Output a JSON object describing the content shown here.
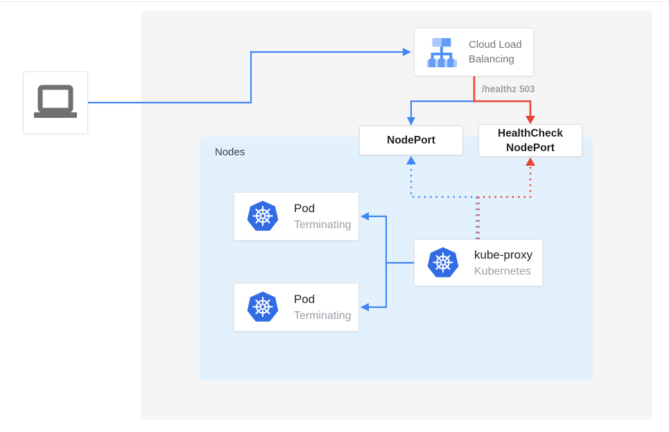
{
  "client": {
    "icon": "laptop-icon"
  },
  "cloud_load_balancing": {
    "label": "Cloud Load Balancing",
    "icon": "cloud-load-balancing-icon"
  },
  "healthz_label": "/healthz 503",
  "nodes": {
    "label": "Nodes",
    "nodeport": {
      "label": "NodePort"
    },
    "healthcheck_nodeport": {
      "line1": "HealthCheck",
      "line2": "NodePort"
    },
    "pods": [
      {
        "title": "Pod",
        "subtitle": "Terminating",
        "icon": "kubernetes-icon"
      },
      {
        "title": "Pod",
        "subtitle": "Terminating",
        "icon": "kubernetes-icon"
      }
    ],
    "kube_proxy": {
      "title": "kube-proxy",
      "subtitle": "Kubernetes",
      "icon": "kubernetes-icon"
    }
  },
  "colors": {
    "flow_blue": "#4285f4",
    "flow_red": "#ea4335",
    "kubernetes_blue": "#326ce5",
    "nodes_bg": "#e3f1fc",
    "canvas_bg": "#f5f5f6"
  }
}
